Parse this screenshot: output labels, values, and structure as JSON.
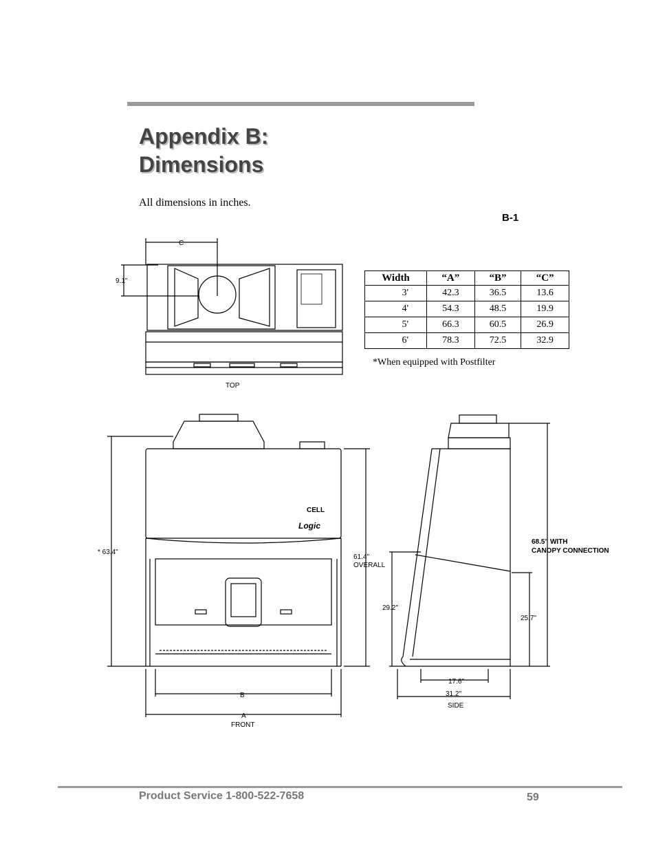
{
  "heading": {
    "line1": "Appendix B:",
    "line2": "Dimensions"
  },
  "intro": "All dimensions in inches.",
  "figure_label": "B-1",
  "table": {
    "headers": [
      "Width",
      "“A”",
      "“B”",
      "“C”"
    ],
    "rows": [
      [
        "3'",
        "42.3",
        "36.5",
        "13.6"
      ],
      [
        "4'",
        "54.3",
        "48.5",
        "19.9"
      ],
      [
        "5'",
        "66.3",
        "60.5",
        "26.9"
      ],
      [
        "6'",
        "78.3",
        "72.5",
        "32.9"
      ]
    ]
  },
  "footnote": "*When equipped with Postfilter",
  "drawing_labels": {
    "c": "C",
    "dim_91": "9.1\"",
    "top": "TOP",
    "dim_634": "* 63.4\"",
    "dim_614": "61.4\"",
    "overall": "OVERALL",
    "b": "B",
    "a": "A",
    "front": "FRONT",
    "dim_292": "29.2\"",
    "dim_257": "25.7\"",
    "dim_176": "17.6\"",
    "dim_312": "31.2\"",
    "side": "SIDE",
    "brand1": "CELL",
    "brand2": "Logic"
  },
  "canopy_note": {
    "line1": "68.5\" WITH",
    "line2": "CANOPY CONNECTION"
  },
  "footer": {
    "left": "Product Service 1-800-522-7658",
    "page": "59"
  }
}
